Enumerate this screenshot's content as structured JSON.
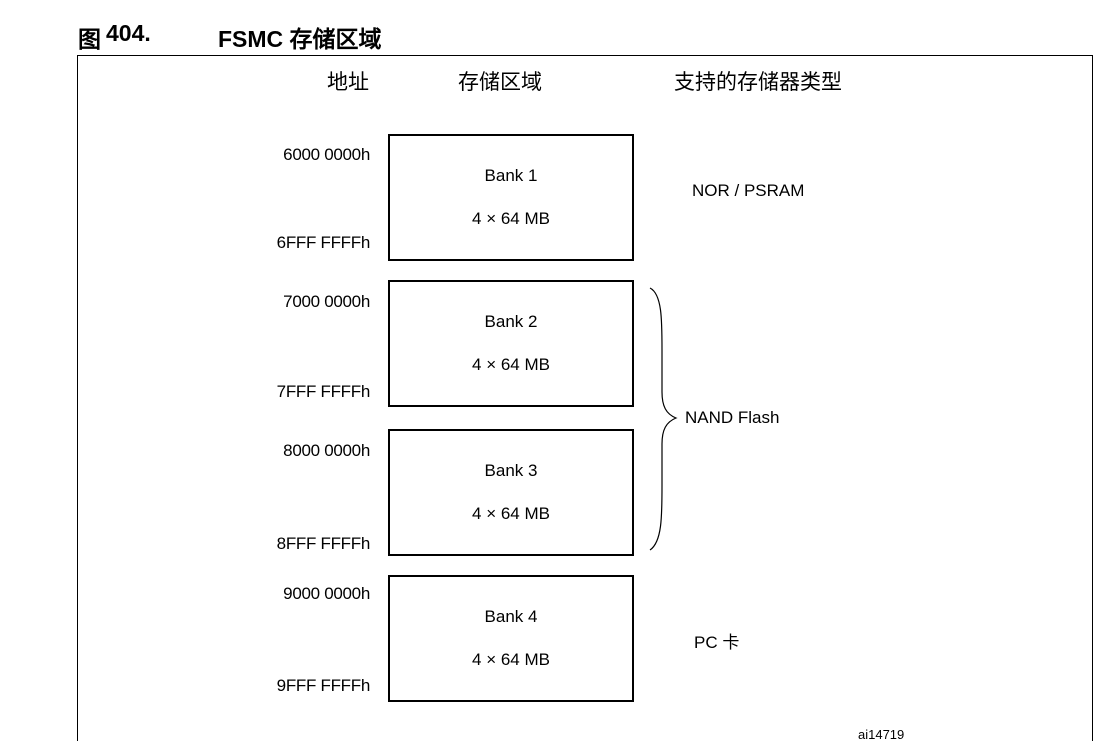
{
  "figure": {
    "label": "图",
    "number": "404.",
    "title": "FSMC 存储区域",
    "id": "ai14719"
  },
  "headers": {
    "address": "地址",
    "region": "存储区域",
    "memory_type": "支持的存储器类型"
  },
  "banks": [
    {
      "name": "Bank 1",
      "size": "4 × 64 MB",
      "start": "6000 0000h",
      "end": "6FFF FFFFh"
    },
    {
      "name": "Bank 2",
      "size": "4 × 64 MB",
      "start": "7000 0000h",
      "end": "7FFF FFFFh"
    },
    {
      "name": "Bank 3",
      "size": "4 × 64 MB",
      "start": "8000 0000h",
      "end": "8FFF FFFFh"
    },
    {
      "name": "Bank 4",
      "size": "4 × 64 MB",
      "start": "9000 0000h",
      "end": "9FFF FFFFh"
    }
  ],
  "memory_types": {
    "bank1": "NOR / PSRAM",
    "bank2_3": "NAND Flash",
    "bank4": "PC 卡"
  }
}
